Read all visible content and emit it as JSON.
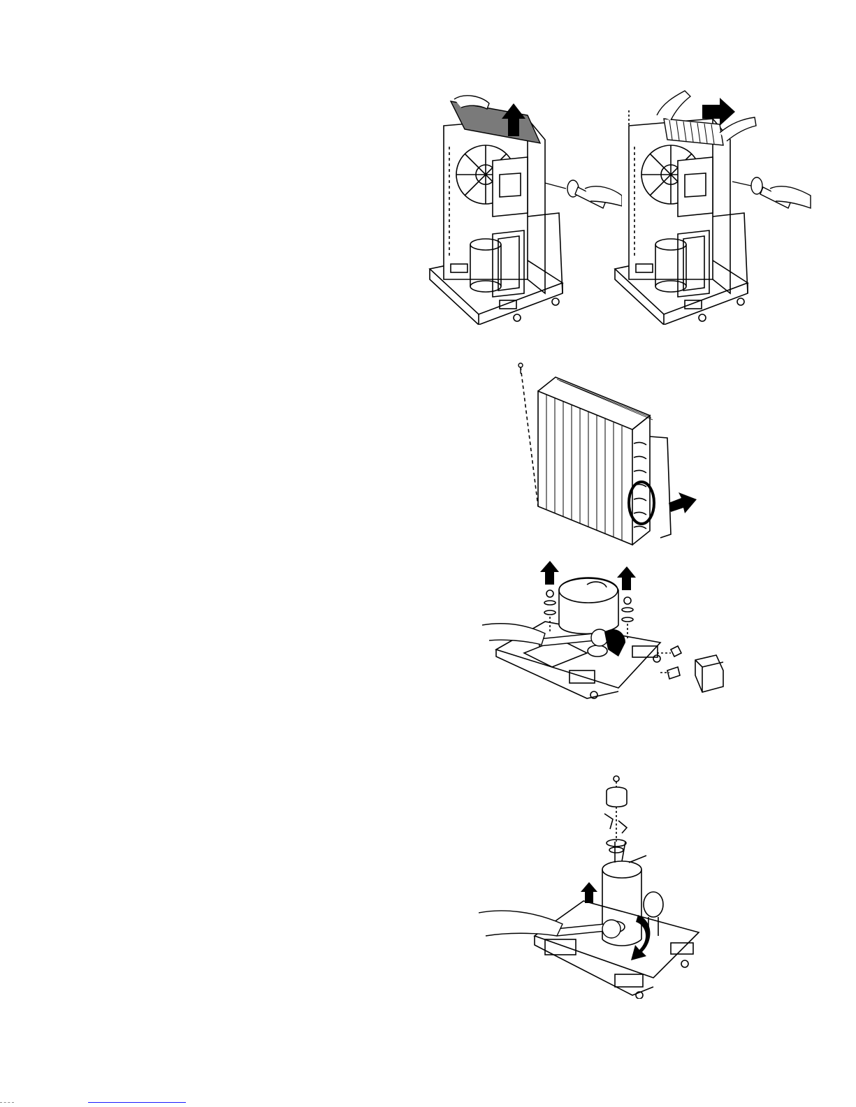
{
  "page": {
    "background": "#ffffff",
    "line_color": "#000000",
    "shade_color": "#7a7a7a",
    "footer_rule_color": "#1a1aff"
  },
  "figures": [
    {
      "id": "fig-1a",
      "depicts": "unit-top-panel-removal",
      "icons": [
        "hand-icon",
        "up-arrow-icon",
        "screwdriver-icon"
      ]
    },
    {
      "id": "fig-1b",
      "depicts": "unit-side-panel-removal",
      "icons": [
        "hand-icon",
        "right-arrow-icon",
        "screwdriver-icon"
      ]
    },
    {
      "id": "fig-2",
      "depicts": "condenser-coil-removal",
      "icons": [
        "screw-icon",
        "right-arrow-icon"
      ]
    },
    {
      "id": "fig-3",
      "depicts": "compressor-nut-removal-top-cover",
      "icons": [
        "up-arrow-icon",
        "wrench-icon",
        "hand-icon"
      ]
    },
    {
      "id": "fig-4",
      "depicts": "compressor-base-removal",
      "icons": [
        "up-arrow-icon",
        "wrench-icon",
        "hand-icon"
      ]
    }
  ]
}
